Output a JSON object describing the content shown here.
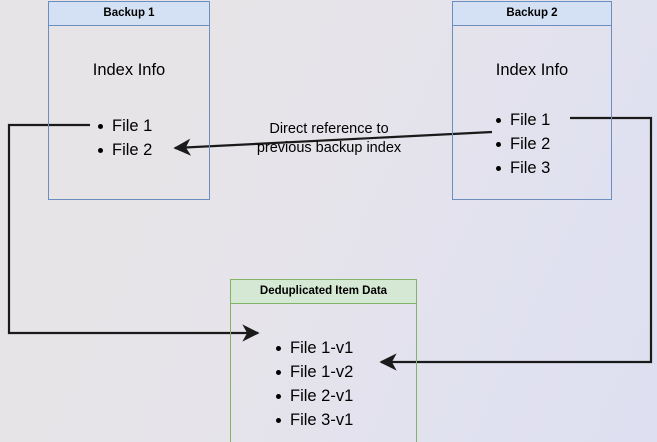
{
  "diagram": {
    "title_hint": "Backup deduplication index reference diagram",
    "background_colors": {
      "start": "#e7e4e7",
      "end": "#dee0f1"
    },
    "palette": {
      "blue_border": "#6c8ebf",
      "blue_header_fill": "#d4e1f5",
      "green_border": "#82b366",
      "green_header_fill": "#d5e8d4",
      "edge_color": "#1a1a1a",
      "text_color": "#000000"
    }
  },
  "nodes": {
    "backup1": {
      "header": "Backup 1",
      "section_label": "Index Info",
      "files": [
        "File 1",
        "File 2"
      ]
    },
    "backup2": {
      "header": "Backup 2",
      "section_label": "Index Info",
      "files": [
        "File 1",
        "File 2",
        "File 3"
      ]
    },
    "dedup": {
      "header": "Deduplicated Item Data",
      "items": [
        "File 1-v1",
        "File 1-v2",
        "File 2-v1",
        "File 3-v1"
      ]
    }
  },
  "edges": {
    "direct_reference": {
      "label_line1": "Direct reference to",
      "label_line2": "previous backup index"
    }
  }
}
